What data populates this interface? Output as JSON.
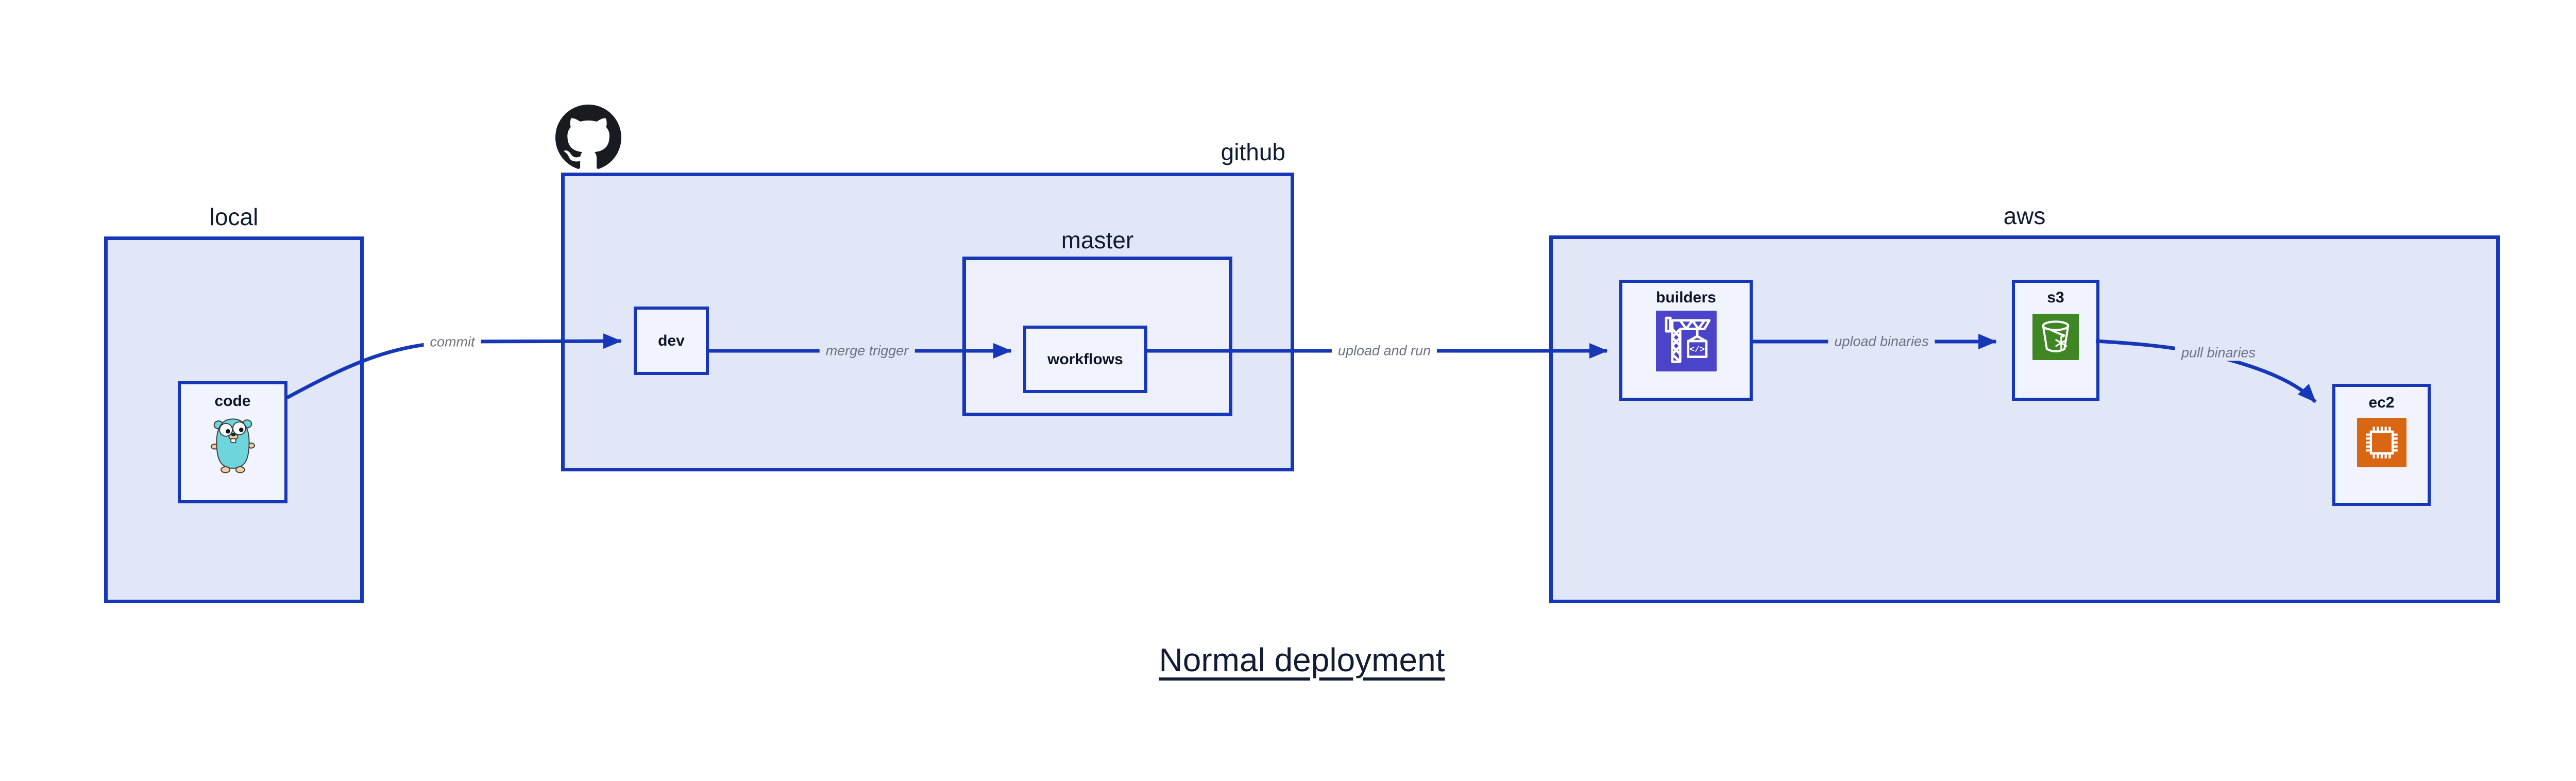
{
  "diagram_title": "Normal deployment",
  "containers": {
    "local": {
      "label": "local"
    },
    "github": {
      "label": "github"
    },
    "master": {
      "label": "master"
    },
    "aws": {
      "label": "aws"
    }
  },
  "nodes": {
    "code": {
      "label": "code"
    },
    "dev": {
      "label": "dev"
    },
    "workflows": {
      "label": "workflows"
    },
    "builders": {
      "label": "builders"
    },
    "s3": {
      "label": "s3"
    },
    "ec2": {
      "label": "ec2"
    }
  },
  "edges": {
    "commit": {
      "label": "commit"
    },
    "merge_trigger": {
      "label": "merge trigger"
    },
    "upload_and_run": {
      "label": "upload and run"
    },
    "upload_binaries": {
      "label": "upload binaries"
    },
    "pull_binaries": {
      "label": "pull binaries"
    }
  },
  "icons": {
    "github_logo": "github-octocat",
    "code": "go-gopher",
    "builders": "aws-codebuild-crane",
    "builders_glyph": "</>",
    "s3": "aws-s3-bucket-snowflake",
    "ec2": "aws-ec2-chip"
  },
  "colors": {
    "border_and_arrows": "#1638b8",
    "container_fill": "#e2e7f8",
    "master_fill": "#edf0fb",
    "node_fill": "#f1f4fd",
    "edge_label_text": "#6b7280",
    "dark_text": "#101b33",
    "codebuild_icon_bg": "#4b44c8",
    "s3_icon_bg": "#3f8624",
    "ec2_icon_bg": "#d86613",
    "gopher_body": "#6fd5dd",
    "octocat_black": "#181b1f"
  }
}
